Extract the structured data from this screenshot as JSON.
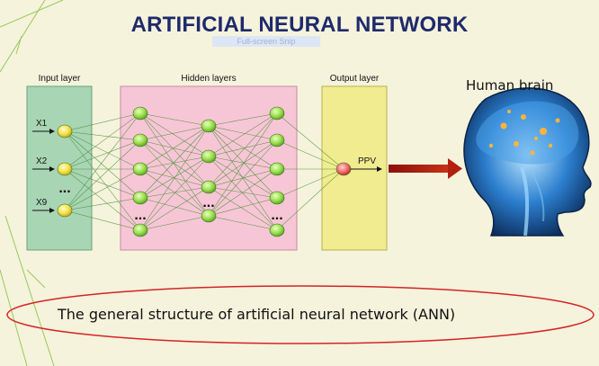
{
  "title": "ARTIFICIAL NEURAL NETWORK",
  "tooltip": "Full-screen Snip",
  "layers": {
    "input": "Input layer",
    "hidden": "Hidden layers",
    "output": "Output layer"
  },
  "inputs": [
    "X1",
    "X2",
    "X9"
  ],
  "output_label": "PPV",
  "ellipsis": "...",
  "brain_label": "Human brain",
  "caption": "The general structure of artificial neural network (ANN)",
  "colors": {
    "title": "#1f2a6b",
    "input_box": "#a8d5b4",
    "hidden_box": "#f7c6d6",
    "output_box": "#f1ec90",
    "node": "#9adf4a",
    "input_node": "#f3e24a",
    "output_node": "#f06b6b",
    "arrow": "#b32010",
    "caption_ring": "#d42424"
  }
}
